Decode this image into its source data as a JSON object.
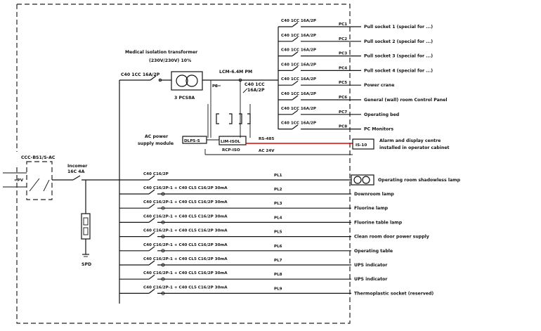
{
  "inverter": {
    "label": "CCC-BS1/S-AC"
  },
  "incomer": {
    "line1": "Incomer",
    "line2": "16C 4A"
  },
  "surge": {
    "label": "SPD"
  },
  "transformer": {
    "title_line1": "Medical isolation transformer",
    "title_line2": "(230V/230V) 10%",
    "core_label": "3 PCS8A"
  },
  "feed_breaker": {
    "label": "C40 1CC 16A/2P"
  },
  "monitor": {
    "label": "LCM-6.4M PM",
    "breaker": "C40 1CC",
    "breaker2": "16A/2P"
  },
  "power_supply_module": {
    "line1": "AC power",
    "line2": "supply module",
    "box": "DLPS-S"
  },
  "alarm_unit": {
    "box1": "LIM-ISOL",
    "box2": "RCP-ISO",
    "bus1": "RS-485",
    "bus2": "AC 24V",
    "panel": "IS-10",
    "desc_line1": "Alarm and display centre",
    "desc_line2": "installed in operator cabinet"
  },
  "it_branches": [
    {
      "breaker": "C40 1CC 16A/2P",
      "code": "PC1",
      "load": "Pull socket 1 (special for ...)"
    },
    {
      "breaker": "C40 1CC 16A/2P",
      "code": "PC2",
      "load": "Pull socket 2 (special for ...)"
    },
    {
      "breaker": "C40 1CC 16A/2P",
      "code": "PC3",
      "load": "Pull socket 3 (special for ...)"
    },
    {
      "breaker": "C40 1CC 16A/2P",
      "code": "PC4",
      "load": "Pull socket 4 (special for ...)"
    },
    {
      "breaker": "C40 1CC 16A/2P",
      "code": "PC5",
      "load": "Power crane"
    },
    {
      "breaker": "C40 1CC 16A/2P",
      "code": "PC6",
      "load": "General (wall) room Control Panel"
    },
    {
      "breaker": "C40 1CC 16A/2P",
      "code": "PC7",
      "load": "Operating bed"
    },
    {
      "breaker": "C40 1CC 16A/2P",
      "code": "PC8",
      "load": "PC Monitors"
    }
  ],
  "tn_branches": [
    {
      "breaker": "C40 C16/2P",
      "code": "PL1",
      "load": "Operating room shadowless lamp"
    },
    {
      "breaker": "C40 C16/2P-1 + C40 CL5 C16/2P 30mA",
      "code": "PL2",
      "load": "Downroom lamp"
    },
    {
      "breaker": "C40 C16/2P-1 + C40 CL5 C16/2P 30mA",
      "code": "PL3",
      "load": "Fluorine lamp"
    },
    {
      "breaker": "C40 C16/2P-1 + C40 CL5 C16/2P 30mA",
      "code": "PL4",
      "load": "Fluorine table lamp"
    },
    {
      "breaker": "C40 C16/2P-1 + C40 CL5 C16/2P 30mA",
      "code": "PL5",
      "load": "Clean room door power supply"
    },
    {
      "breaker": "C40 C16/2P-1 + C40 CL5 C16/2P 30mA",
      "code": "PL6",
      "load": "Operating table"
    },
    {
      "breaker": "C40 C16/2P-1 + C40 CL5 C16/2P 30mA",
      "code": "PL7",
      "load": "UPS indicator"
    },
    {
      "breaker": "C40 C16/2P-1 + C40 CL5 C16/2P 30mA",
      "code": "PL8",
      "load": "UPS indicator"
    },
    {
      "breaker": "C40 C16/2P-1 + C40 CL5 C16/2P 30mA",
      "code": "PL9",
      "load": "Thermoplastic socket (reserved)"
    }
  ]
}
